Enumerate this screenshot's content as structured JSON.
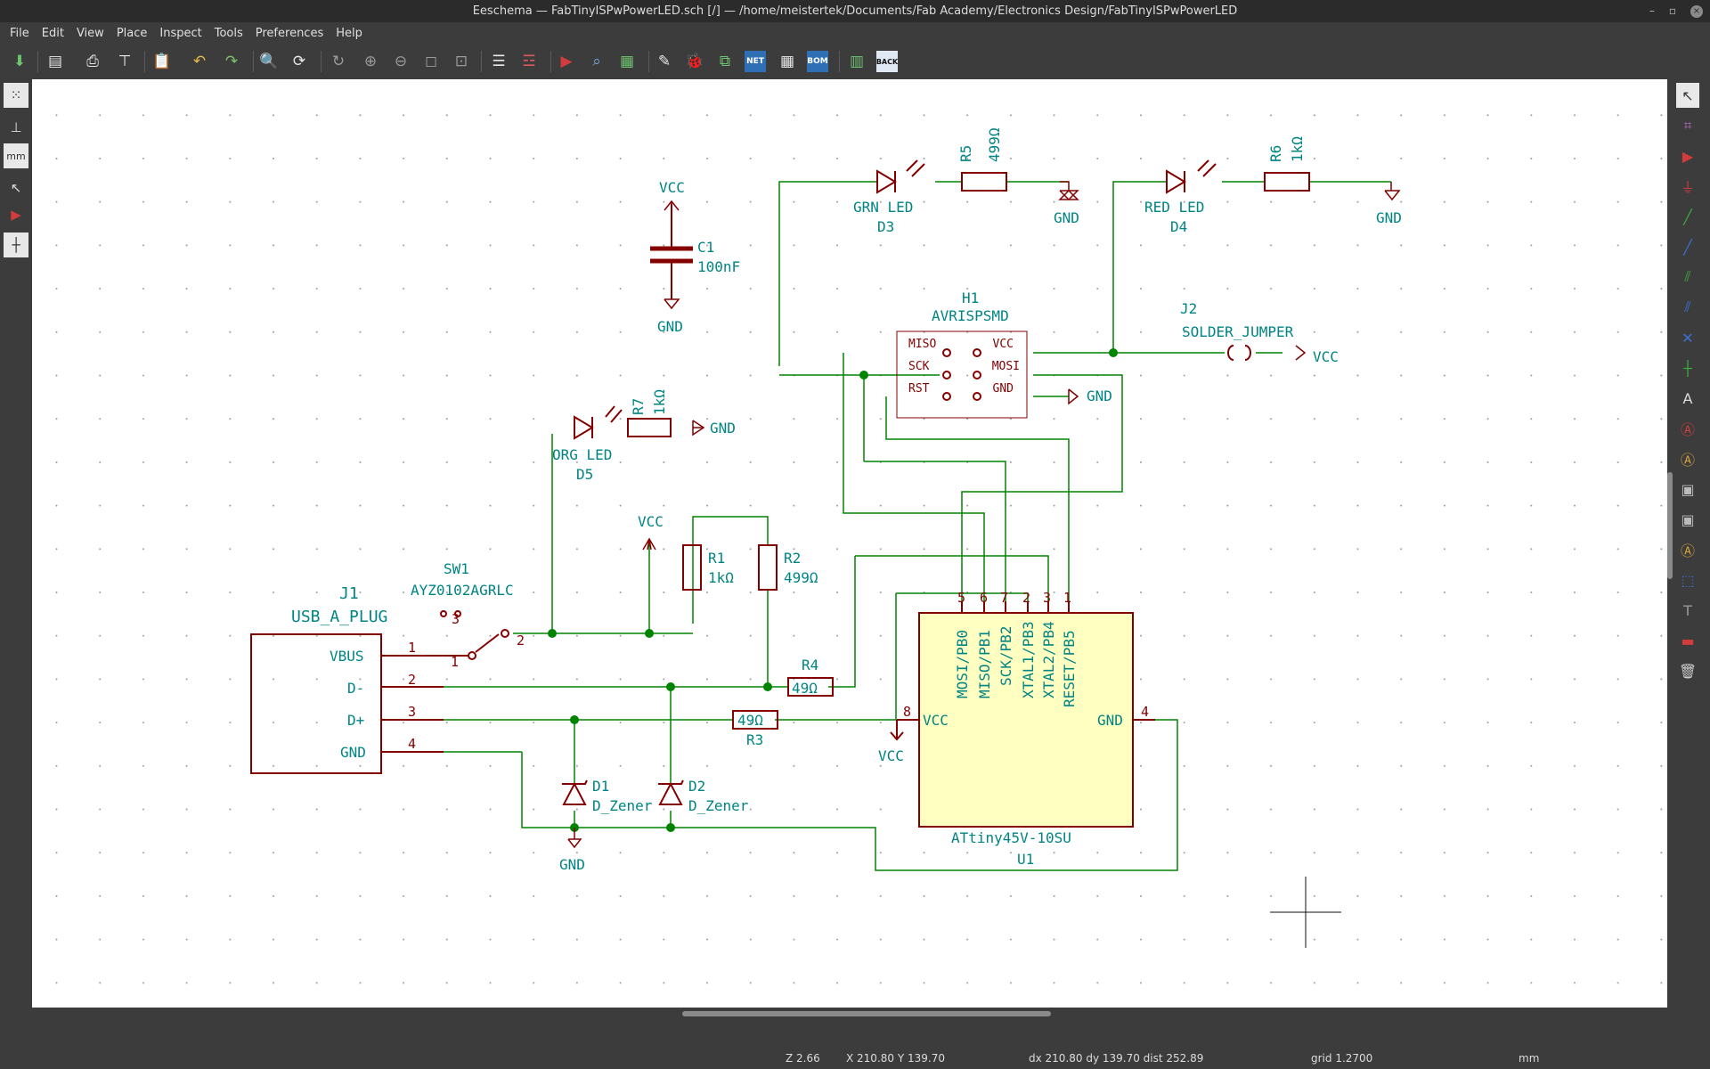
{
  "window": {
    "title": "Eeschema — FabTinyISPwPowerLED.sch [/] — /home/meistertek/Documents/Fab Academy/Electronics Design/FabTinyISPwPowerLED",
    "controls": {
      "minimize": "–",
      "maximize": "▫",
      "close": "×"
    }
  },
  "menu": [
    "File",
    "Edit",
    "View",
    "Place",
    "Inspect",
    "Tools",
    "Preferences",
    "Help"
  ],
  "toolbar_tooltips_icons": {
    "net": "NET",
    "bom": "BOM",
    "back": "BACK"
  },
  "colors": {
    "wire": "#008400",
    "component": "#840000",
    "label": "#008484",
    "body_fill": "#ffffc2",
    "junction": "#008400"
  },
  "schematic": {
    "vcc": "VCC",
    "gnd": "GND",
    "c1": {
      "ref": "C1",
      "value": "100nF"
    },
    "d3": {
      "ref": "D3",
      "value": "GRN LED"
    },
    "r5": {
      "ref": "R5",
      "value": "499Ω"
    },
    "d4": {
      "ref": "D4",
      "value": "RED LED"
    },
    "r6": {
      "ref": "R6",
      "value": "1kΩ"
    },
    "h1": {
      "ref": "H1",
      "value": "AVRISPSMD",
      "pins_left": [
        "MISO",
        "SCK",
        "RST"
      ],
      "pins_right": [
        "VCC",
        "MOSI",
        "GND"
      ]
    },
    "j2": {
      "ref": "J2",
      "value": "SOLDER_JUMPER"
    },
    "d5": {
      "ref": "D5",
      "value": "ORG LED"
    },
    "r7": {
      "ref": "R7",
      "value": "1kΩ"
    },
    "sw1": {
      "ref": "SW1",
      "value": "AYZ0102AGRLC",
      "pins": [
        "3",
        "2",
        "1"
      ]
    },
    "r1": {
      "ref": "R1",
      "value": "1kΩ"
    },
    "r2": {
      "ref": "R2",
      "value": "499Ω"
    },
    "r3": {
      "ref": "R3",
      "value": "49Ω"
    },
    "r4": {
      "ref": "R4",
      "value": "49Ω"
    },
    "j1": {
      "ref": "J1",
      "value": "USB_A_PLUG",
      "pins": [
        "VBUS",
        "D-",
        "D+",
        "GND"
      ],
      "pin_numbers": [
        "1",
        "2",
        "3",
        "4"
      ]
    },
    "d1": {
      "ref": "D1",
      "value": "D_Zener"
    },
    "d2": {
      "ref": "D2",
      "value": "D_Zener"
    },
    "u1": {
      "ref": "U1",
      "value": "ATtiny45V-10SU",
      "top_pins": [
        "MOSI/PB0",
        "MISO/PB1",
        "SCK/PB2",
        "XTAL1/PB3",
        "XTAL2/PB4",
        "RESET/PB5"
      ],
      "top_pin_numbers": [
        "5",
        "6",
        "7",
        "2",
        "3",
        "1"
      ],
      "vcc_pin": "VCC",
      "vcc_num": "8",
      "gnd_pin": "GND",
      "gnd_num": "4"
    }
  },
  "status": {
    "zoom": "Z 2.66",
    "cursor": "X 210.80  Y 139.70",
    "delta": "dx 210.80  dy 139.70  dist 252.89",
    "grid": "grid 1.2700",
    "units": "mm"
  }
}
